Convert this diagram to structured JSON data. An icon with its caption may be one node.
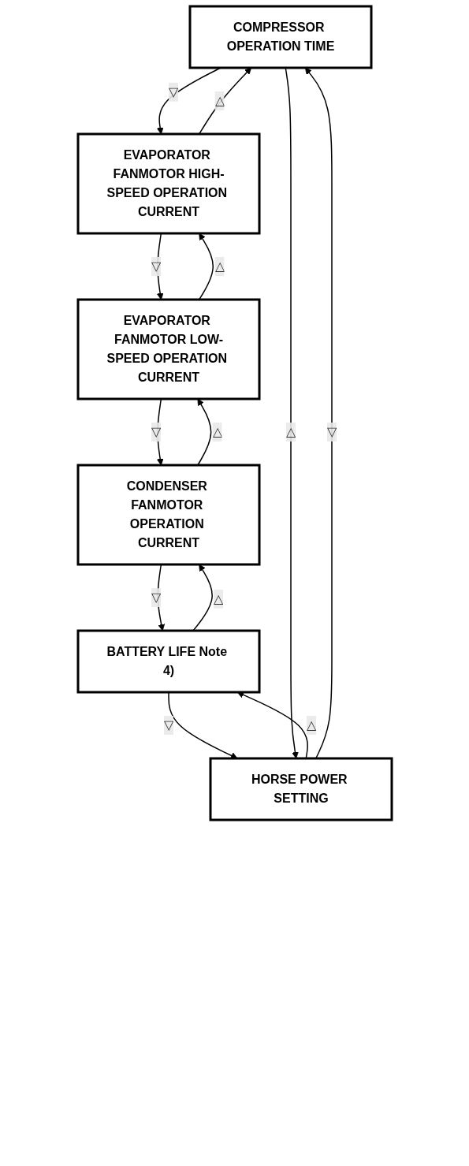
{
  "diagram": {
    "nodes": [
      {
        "text": [
          "COMPRESSOR OPERATION TIME"
        ]
      },
      {
        "text": [
          "EVAPORATOR FANMOTOR HIGH-SPEED OPERATION CURRENT"
        ]
      },
      {
        "text": [
          "EVAPORATOR FANMOTOR LOW-SPEED OPERATION CURRENT"
        ]
      },
      {
        "text": [
          "CONDENSER FANMOTOR OPERATION CURRENT"
        ]
      },
      {
        "text": [
          "BATTERY LIFE Note 4)"
        ]
      },
      {
        "text": [
          "HORSE POWER SETTING"
        ]
      }
    ],
    "edges": [
      {
        "from": 0,
        "to": 1,
        "arrow": "to",
        "label": "▽"
      },
      {
        "from": 1,
        "to": 0,
        "arrow": "to",
        "label": "△"
      },
      {
        "from": 1,
        "to": 2,
        "arrow": "to",
        "label": "▽"
      },
      {
        "from": 2,
        "to": 1,
        "arrow": "to",
        "label": "△"
      },
      {
        "from": 2,
        "to": 3,
        "arrow": "to",
        "label": "▽"
      },
      {
        "from": 3,
        "to": 2,
        "arrow": "to",
        "label": "△"
      },
      {
        "from": 3,
        "to": 4,
        "arrow": "to",
        "label": "▽"
      },
      {
        "from": 4,
        "to": 3,
        "arrow": "to",
        "label": "△"
      },
      {
        "from": 4,
        "to": 5,
        "arrow": "to",
        "label": "▽"
      },
      {
        "from": 5,
        "to": 4,
        "arrow": "to",
        "label": "△"
      },
      {
        "from": 0,
        "to": 5,
        "arrow": "to",
        "label": "△"
      },
      {
        "from": 5,
        "to": 0,
        "arrow": "to",
        "label": "▽"
      }
    ]
  }
}
